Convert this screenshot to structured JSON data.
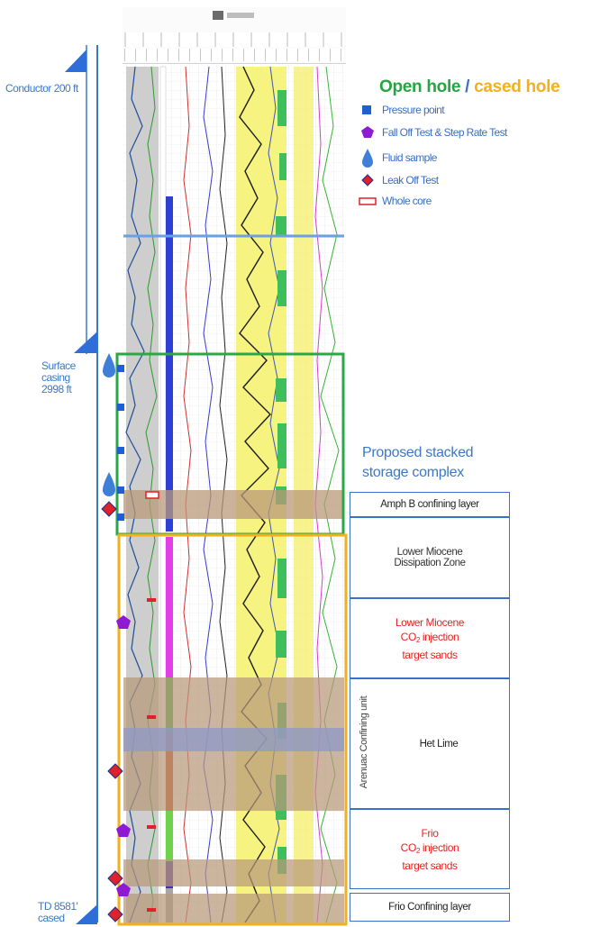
{
  "labels": {
    "conductor": "Conductor 200 ft",
    "surface_casing": [
      "Surface",
      "casing",
      "2998 ft"
    ],
    "td": [
      "TD 8581'",
      "cased"
    ]
  },
  "legend": {
    "title_open": "Open hole",
    "title_sep": " / ",
    "title_cased": "cased hole",
    "items": [
      {
        "label": "Pressure point",
        "icon": "square-icon",
        "color": "#1f5fd6"
      },
      {
        "label": "Fall Off Test & Step Rate Test",
        "icon": "pentagon-icon",
        "color": "#8e1bd1"
      },
      {
        "label": "Fluid sample",
        "icon": "drop-icon",
        "color": "#3f7fd8"
      },
      {
        "label": "Leak Off Test",
        "icon": "diamond-icon",
        "color": "#e0202a"
      },
      {
        "label": "Whole core",
        "icon": "rect-outline-icon",
        "color": "#e0202a"
      }
    ]
  },
  "complex_title": [
    "Proposed stacked",
    "storage complex"
  ],
  "zones": {
    "amph_b": "Amph B confining layer",
    "dissipation": [
      "Lower Miocene",
      "Dissipation Zone"
    ],
    "lm_target": [
      "Lower Miocene",
      "CO",
      "2",
      " injection",
      "target sands"
    ],
    "arenuac": "Arenuac Confining unit",
    "het_lime": "Het Lime",
    "frio_target": [
      "Frio",
      "CO",
      "2",
      " injection",
      "target sands"
    ],
    "frio_confining": "Frio Confining layer"
  },
  "colors": {
    "blue": "#3a78c8",
    "green_frame": "#2aa845",
    "orange_frame": "#f2b01e",
    "tan_band": "#b9987a",
    "red": "#e8231f",
    "log_yellow": "#f6f16a"
  }
}
